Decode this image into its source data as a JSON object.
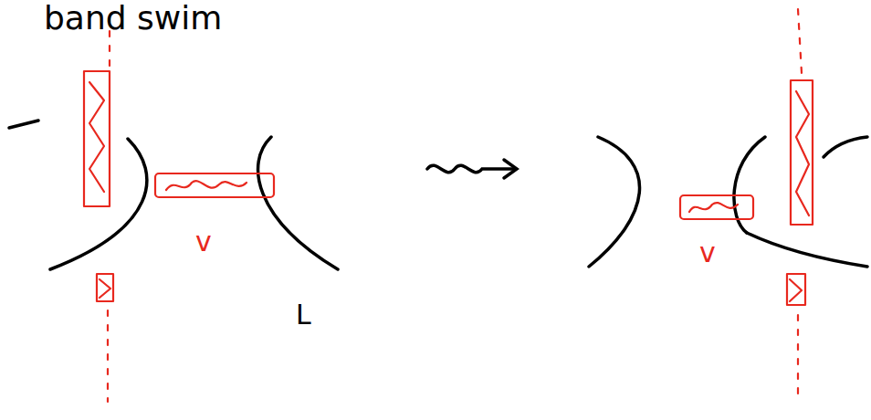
{
  "diagram": {
    "title": "band swim",
    "labels": [
      "v",
      "L",
      "v"
    ]
  }
}
